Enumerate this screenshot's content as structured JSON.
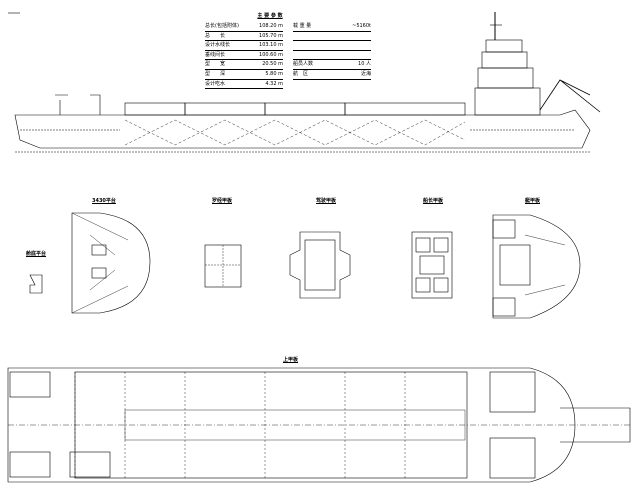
{
  "particulars": {
    "title": "主 要 参 数",
    "left": [
      {
        "label": "总长(包括附体)",
        "value": "108.20 m"
      },
      {
        "label": "总　　长",
        "value": "105.70 m"
      },
      {
        "label": "设计水线长",
        "value": "103.10 m"
      },
      {
        "label": "垂线间长",
        "value": "100.60 m"
      },
      {
        "label": "型　　宽",
        "value": "20.50 m"
      },
      {
        "label": "型　　深",
        "value": "5.80 m"
      },
      {
        "label": "设计吃水",
        "value": "4.32 m"
      }
    ],
    "right": [
      {
        "label": "载 重 量",
        "value": "~5160t"
      },
      {
        "label": "",
        "value": ""
      },
      {
        "label": "",
        "value": ""
      },
      {
        "label": "",
        "value": ""
      },
      {
        "label": "船员人数",
        "value": "10 人"
      },
      {
        "label": "航　区",
        "value": "近海"
      }
    ]
  },
  "views": {
    "platform": "3430平台",
    "compass_deck": "罗经甲板",
    "bridge_deck": "驾驶甲板",
    "captain_deck": "船长甲板",
    "boat_deck": "艇甲板",
    "bilge": "舱底平台",
    "upper_deck": "上甲板"
  }
}
